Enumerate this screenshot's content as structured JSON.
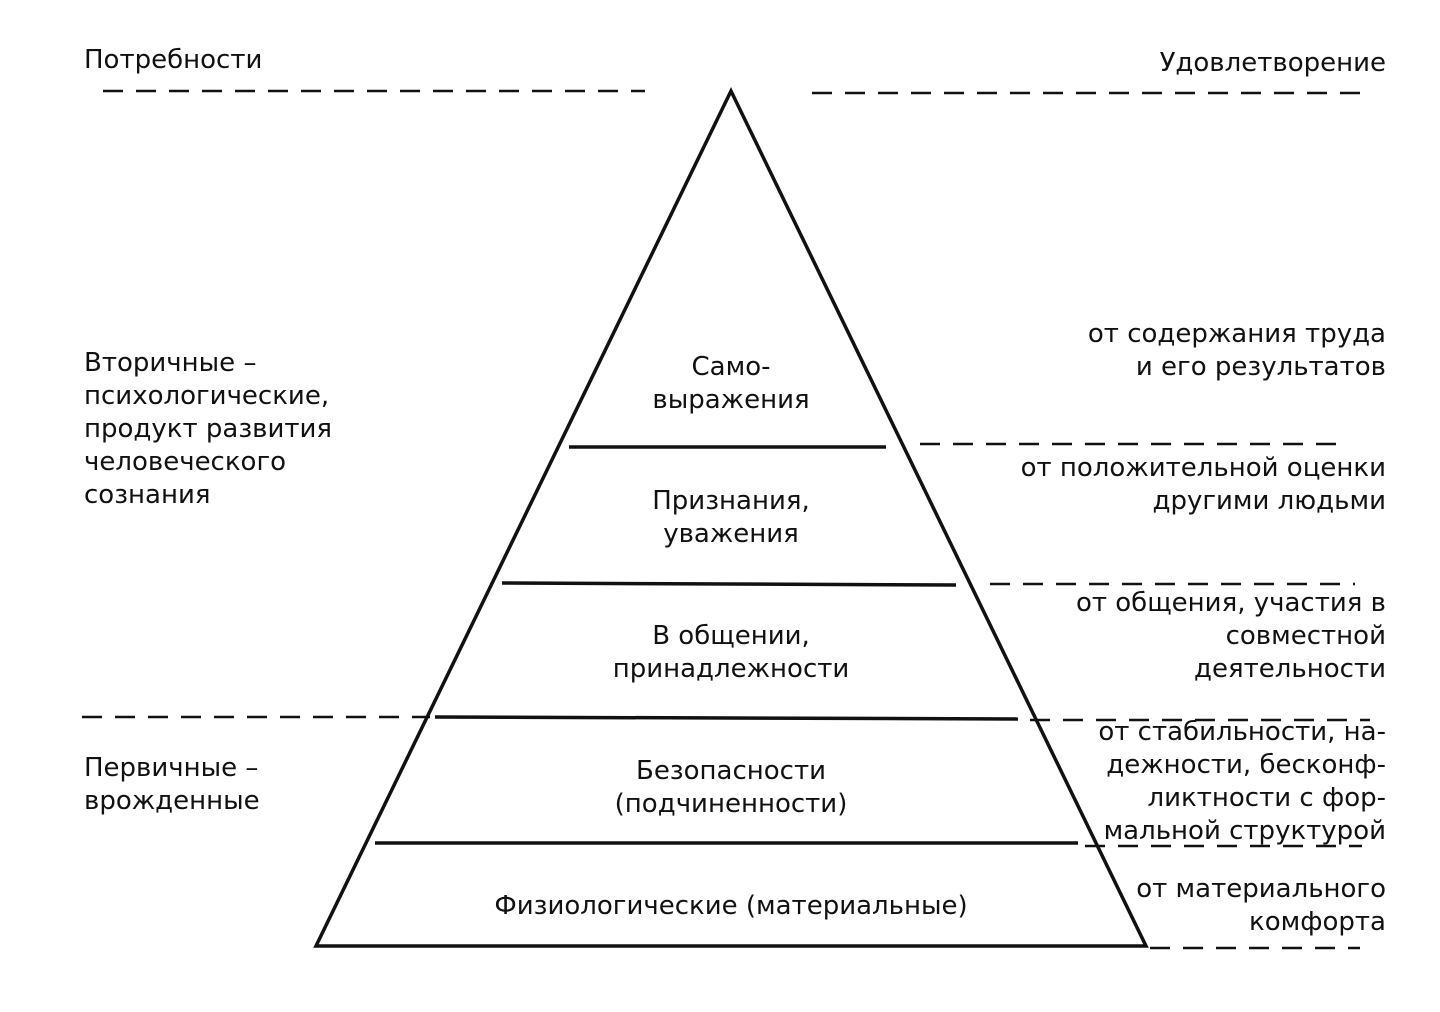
{
  "header": {
    "left_title": "Потребности",
    "right_title": "Удовлетворение"
  },
  "left_groups": {
    "secondary": [
      "Вторичные –",
      "психологические,",
      "продукт развития",
      "человеческого",
      "сознания"
    ],
    "primary": [
      "Первичные –",
      "врожденные"
    ]
  },
  "pyramid_levels": [
    {
      "label": [
        "Само-",
        "выражения"
      ]
    },
    {
      "label": [
        "Признания,",
        "уважения"
      ]
    },
    {
      "label": [
        "В общении,",
        "принадлежности"
      ]
    },
    {
      "label": [
        "Безопасности",
        "(подчиненности)"
      ]
    },
    {
      "label": [
        "Физиологические (материальные)"
      ]
    }
  ],
  "satisfaction": [
    [
      "от содержания труда",
      "и его результатов"
    ],
    [
      "от положительной оценки",
      "другими людьми"
    ],
    [
      "от общения, участия в",
      "совместной",
      "деятельности"
    ],
    [
      "от стабильности, на-",
      "дежности, бесконф-",
      "ликтности с фор-",
      "мальной структурой"
    ],
    [
      "от материального",
      "комфорта"
    ]
  ],
  "colors": {
    "ink": "#111111",
    "background": "#ffffff"
  }
}
